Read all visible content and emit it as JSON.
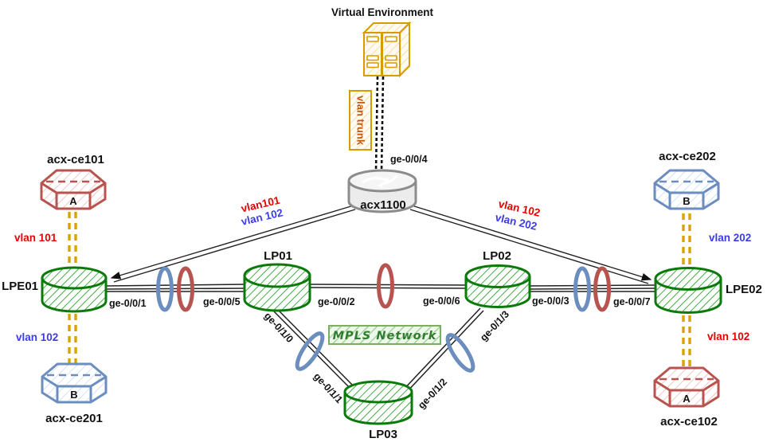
{
  "title": "Virtual Environment",
  "trunk_label": "vlan trunk",
  "mpls_label": "MPLS Network",
  "nodes": {
    "acx1100": {
      "label": "acx1100"
    },
    "lpe01": {
      "label": "LPE01"
    },
    "lp01": {
      "label": "LP01"
    },
    "lp02": {
      "label": "LP02"
    },
    "lp03": {
      "label": "LP03"
    },
    "lpe02": {
      "label": "LPE02"
    },
    "ce101": {
      "label": "acx-ce101",
      "letter": "A"
    },
    "ce201": {
      "label": "acx-ce201",
      "letter": "B"
    },
    "ce202": {
      "label": "acx-ce202",
      "letter": "B"
    },
    "ce102": {
      "label": "acx-ce102",
      "letter": "A"
    }
  },
  "interfaces": {
    "ge_0_0_1": "ge-0/0/1",
    "ge_0_0_2": "ge-0/0/2",
    "ge_0_0_3": "ge-0/0/3",
    "ge_0_0_4": "ge-0/0/4",
    "ge_0_0_5": "ge-0/0/5",
    "ge_0_0_6": "ge-0/0/6",
    "ge_0_0_7": "ge-0/0/7",
    "ge_0_1_0": "ge-0/1/0",
    "ge_0_1_1": "ge-0/1/1",
    "ge_0_1_2": "ge-0/1/2",
    "ge_0_1_3": "ge-0/1/3"
  },
  "vlan_labels": {
    "left_top": "vlan 101",
    "left_bottom": "vlan 102",
    "right_top": "vlan 202",
    "right_bottom": "vlan 102",
    "acx_left_line1": "vlan101",
    "acx_left_line2": "vlan 102",
    "acx_right_line1": "vlan 102",
    "acx_right_line2": "vlan 202"
  },
  "colors": {
    "green_device": "#0b7a0b",
    "gray_device": "#8c8c8c",
    "red_device": "#b85450",
    "blue_device": "#6c8ebf",
    "orange_accent": "#d79b00",
    "yellow_link": "#d8a200",
    "red_text": "#e60000",
    "blue_text": "#3b3be8",
    "mpls_green": "#2e7d2e",
    "trunk_text": "#c45911"
  }
}
